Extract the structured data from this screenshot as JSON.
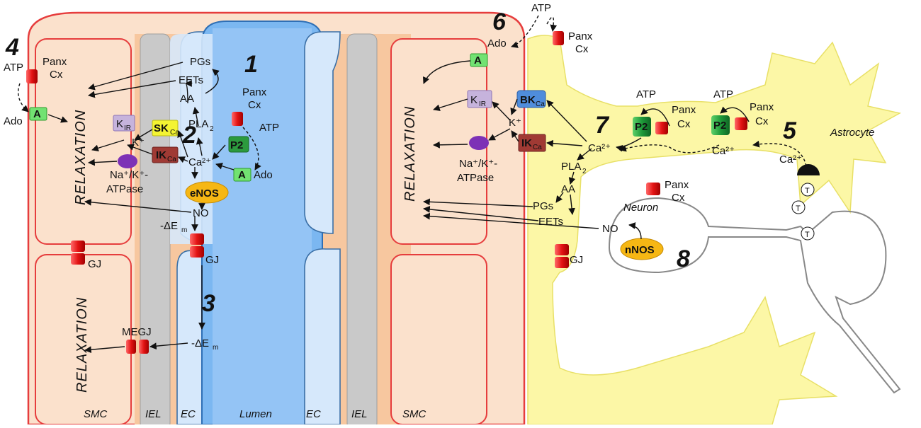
{
  "numbers": [
    "1",
    "2",
    "3",
    "4",
    "5",
    "6",
    "7",
    "8"
  ],
  "relaxation": "RELAXATION",
  "zones": {
    "smc": "SMC",
    "iel": "IEL",
    "ec": "EC",
    "lumen": "Lumen"
  },
  "labels": {
    "atp": "ATP",
    "ado": "Ado",
    "panx": "Panx",
    "cx": "Cx",
    "a": "A",
    "p2": "P2",
    "pgs": "PGs",
    "eets": "EETs",
    "aa": "AA",
    "pla": "PLA",
    "pla_sub": "2",
    "kir": "K",
    "kir_sub": "IR",
    "skca": "SK",
    "ca_sub": "Ca",
    "ikca": "IK",
    "bkca": "BK",
    "kplus": "K⁺",
    "ca2": "Ca²⁺",
    "nak_line1": "Na⁺/K⁺-",
    "nak_line2": "ATPase",
    "enos": "eNOS",
    "nnos": "nNOS",
    "no": "NO",
    "neg_dem": "-ΔE",
    "dem_sub": "m",
    "gj": "GJ",
    "megj": "MEGJ",
    "astrocyte": "Astrocyte",
    "neuron": "Neuron",
    "t": "T"
  },
  "colors": {
    "smc": "#fbe1cc",
    "smc_border": "#e63d3d",
    "iel": "#c6c6c6",
    "ec": "#d6e8fb",
    "lumen": "#7bb7f1",
    "astrocyte": "#fcf7a6",
    "channel": "#e82020",
    "adenosine_receptor": "#72e272",
    "p2": "#2c9a3e",
    "kir": "#c6b3dc",
    "skca": "#f4f432",
    "ikca": "#a03a34",
    "bkca": "#4f8ddc",
    "nak": "#7d31b6",
    "nos": "#f6b714"
  }
}
